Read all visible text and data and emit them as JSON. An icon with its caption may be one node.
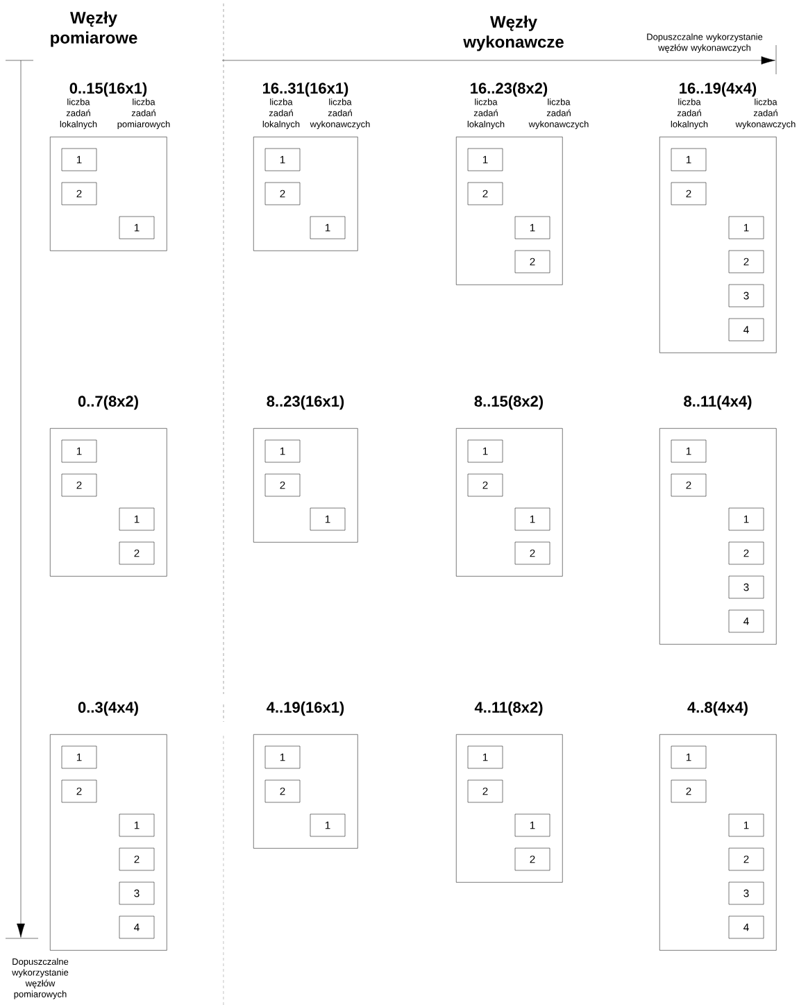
{
  "diagram": {
    "nodes": [
      {
        "text": [
          "0..15(16x1)",
          "liczba zadań lokalnych",
          "liczba zadań pomiarowych"
        ]
      },
      {
        "text": [
          "1"
        ],
        "in": 0
      },
      {
        "text": [
          "2"
        ],
        "in": 0
      },
      {
        "text": [
          "1"
        ],
        "in": 0
      },
      {
        "text": [
          "16..31(16x1)",
          "liczba zadań lokalnych",
          "liczba zadań wykonawczych"
        ]
      },
      {
        "text": [
          "1"
        ],
        "in": 4
      },
      {
        "text": [
          "2"
        ],
        "in": 4
      },
      {
        "text": [
          "1"
        ],
        "in": 4
      },
      {
        "text": [
          "16..23(8x2)",
          "liczba zadań lokalnych",
          "liczba zadań wykonawczych"
        ]
      },
      {
        "text": [
          "1"
        ],
        "in": 8
      },
      {
        "text": [
          "2"
        ],
        "in": 8
      },
      {
        "text": [
          "1"
        ],
        "in": 8
      },
      {
        "text": [
          "2"
        ],
        "in": 8
      },
      {
        "text": [
          "16..19(4x4)",
          "liczba zadań lokalnych",
          "liczba zadań wykonawczych"
        ]
      },
      {
        "text": [
          "1"
        ],
        "in": 13
      },
      {
        "text": [
          "2"
        ],
        "in": 13
      },
      {
        "text": [
          "1"
        ],
        "in": 13
      },
      {
        "text": [
          "2"
        ],
        "in": 13
      },
      {
        "text": [
          "3"
        ],
        "in": 13
      },
      {
        "text": [
          "4"
        ],
        "in": 13
      },
      {
        "text": [
          "0..7(8x2)"
        ]
      },
      {
        "text": [
          "1"
        ],
        "in": 20
      },
      {
        "text": [
          "2"
        ],
        "in": 20
      },
      {
        "text": [
          "1"
        ],
        "in": 20
      },
      {
        "text": [
          "2"
        ],
        "in": 20
      },
      {
        "text": [
          "8..23(16x1)"
        ]
      },
      {
        "text": [
          "1"
        ],
        "in": 25
      },
      {
        "text": [
          "2"
        ],
        "in": 25
      },
      {
        "text": [
          "1"
        ],
        "in": 25
      },
      {
        "text": [
          "8..15(8x2)"
        ]
      },
      {
        "text": [
          "1"
        ],
        "in": 29
      },
      {
        "text": [
          "2"
        ],
        "in": 29
      },
      {
        "text": [
          "1"
        ],
        "in": 29
      },
      {
        "text": [
          "2"
        ],
        "in": 29
      },
      {
        "text": [
          "8..11(4x4)"
        ]
      },
      {
        "text": [
          "1"
        ],
        "in": 34
      },
      {
        "text": [
          "2"
        ],
        "in": 34
      },
      {
        "text": [
          "1"
        ],
        "in": 34
      },
      {
        "text": [
          "2"
        ],
        "in": 34
      },
      {
        "text": [
          "3"
        ],
        "in": 34
      },
      {
        "text": [
          "4"
        ],
        "in": 34
      },
      {
        "text": [
          "0..3(4x4)"
        ]
      },
      {
        "text": [
          "1"
        ],
        "in": 41
      },
      {
        "text": [
          "2"
        ],
        "in": 41
      },
      {
        "text": [
          "1"
        ],
        "in": 41
      },
      {
        "text": [
          "2"
        ],
        "in": 41
      },
      {
        "text": [
          "3"
        ],
        "in": 41
      },
      {
        "text": [
          "4"
        ],
        "in": 41
      },
      {
        "text": [
          "4..19(16x1)"
        ]
      },
      {
        "text": [
          "1"
        ],
        "in": 48
      },
      {
        "text": [
          "2"
        ],
        "in": 48
      },
      {
        "text": [
          "1"
        ],
        "in": 48
      },
      {
        "text": [
          "4..11(8x2)"
        ]
      },
      {
        "text": [
          "1"
        ],
        "in": 52
      },
      {
        "text": [
          "2"
        ],
        "in": 52
      },
      {
        "text": [
          "1"
        ],
        "in": 52
      },
      {
        "text": [
          "2"
        ],
        "in": 52
      },
      {
        "text": [
          "4..8(4x4)"
        ]
      },
      {
        "text": [
          "1"
        ],
        "in": 57
      },
      {
        "text": [
          "2"
        ],
        "in": 57
      },
      {
        "text": [
          "1"
        ],
        "in": 57
      },
      {
        "text": [
          "2"
        ],
        "in": 57
      },
      {
        "text": [
          "3"
        ],
        "in": 57
      },
      {
        "text": [
          "4"
        ],
        "in": 57
      }
    ],
    "labels": [
      "Węzły pomiarowe",
      "Węzły wykonawcze",
      "Dopuszczalne wykorzystanie węzłów wykonawczych",
      "Dopuszczalne wykorzystanie węzłów pomiarowych"
    ]
  }
}
